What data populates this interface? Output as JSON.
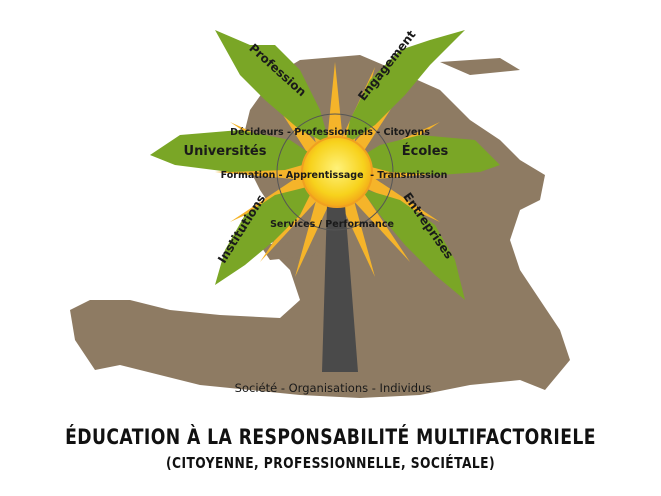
{
  "diagram": {
    "leaves": {
      "top_left": "Profession",
      "top_right": "Engagement",
      "left": "Universités",
      "right": "Écoles",
      "bottom_left": "Institutions",
      "bottom_right": "Entreprises"
    },
    "ring_top": "Décideurs - Professionnels - Citoyens",
    "ring_middle": "Formation - Apprentissage  - Transmission",
    "ring_bottom": "Services / Performance",
    "base": "Société - Organisations - Individus"
  },
  "title": "ÉDUCATION À LA RESPONSABILITÉ MULTIFACTORIELE",
  "subtitle": "(CITOYENNE, PROFESSIONNELLE, SOCIÉTALE)",
  "colors": {
    "map": "#8e7b63",
    "leaf": "#7aa626",
    "sun": "#f7d21c",
    "rays": "#f5b42a",
    "trunk": "#4a4a4a"
  }
}
